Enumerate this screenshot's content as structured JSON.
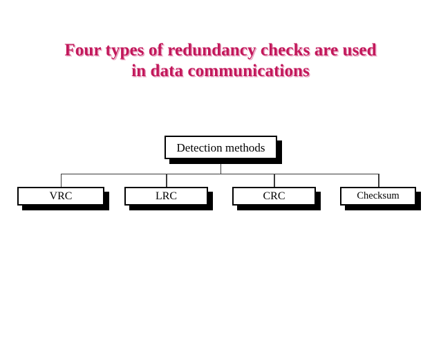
{
  "slide": {
    "background_color": "#ffffff",
    "title": {
      "color": "#c2185b",
      "lines": [
        "Four types of redundancy checks are used",
        "in data communications"
      ]
    },
    "diagram": {
      "type": "tree",
      "border_color": "#000000",
      "shadow_color": "#000000",
      "connector_color": "#3a3a3a",
      "root": {
        "label": "Detection methods"
      },
      "children": [
        {
          "label": "VRC"
        },
        {
          "label": "LRC"
        },
        {
          "label": "CRC"
        },
        {
          "label": "Checksum"
        }
      ]
    }
  }
}
